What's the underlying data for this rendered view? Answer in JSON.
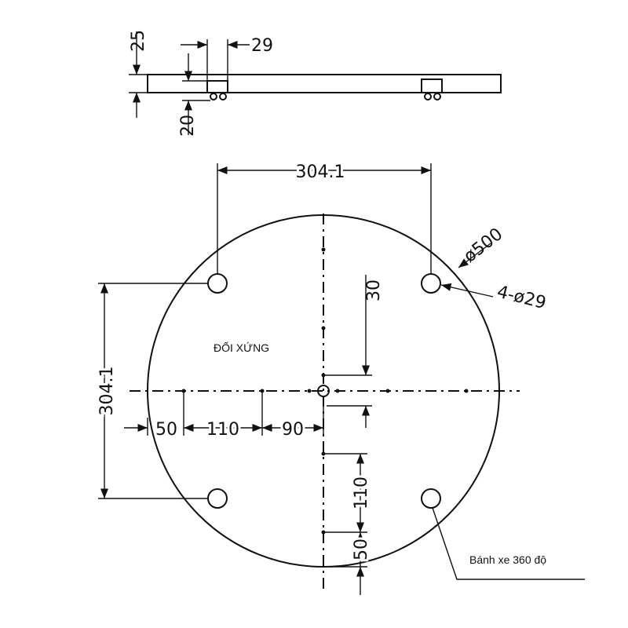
{
  "side_view": {
    "dim_plate_thickness": "25",
    "dim_wheel_width": "29",
    "dim_wheel_height": "20"
  },
  "top_view": {
    "dim_hole_spacing_horizontal": "304.1",
    "dim_hole_spacing_vertical": "304.1",
    "dim_diameter": "ø500",
    "dim_holes": "4-ø29",
    "dim_offset_30": "30",
    "dim_h_50": "50",
    "dim_h_110": "110",
    "dim_h_90": "90",
    "dim_v_110": "110",
    "dim_v_50": "50",
    "label_symmetric": "ĐỐI XỨNG",
    "label_wheel": "Bánh xe 360 độ"
  }
}
